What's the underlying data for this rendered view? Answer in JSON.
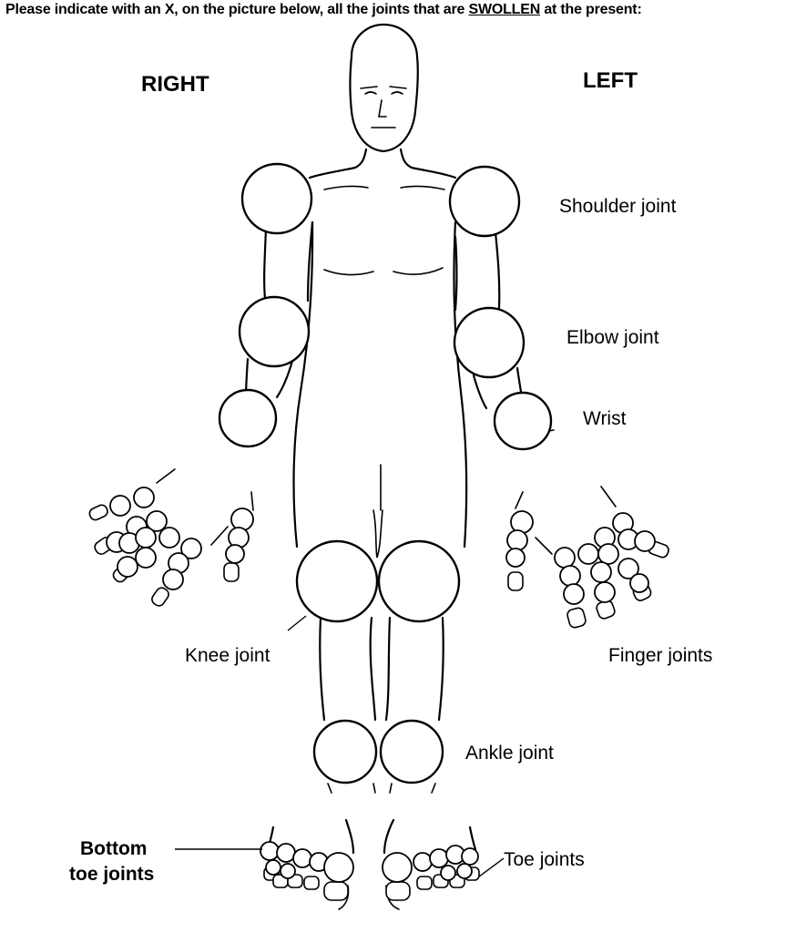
{
  "instruction": {
    "before": "Please indicate with an X, on the picture below, all the joints that are ",
    "emphasis": "SWOLLEN",
    "after": " at the present:"
  },
  "sides": {
    "right": "RIGHT",
    "left": "LEFT"
  },
  "labels": {
    "shoulder": "Shoulder joint",
    "elbow": "Elbow joint",
    "wrist": "Wrist",
    "knee": "Knee joint",
    "finger": "Finger joints",
    "ankle": "Ankle joint",
    "toe": "Toe joints",
    "bottom_toe_line1": "Bottom",
    "bottom_toe_line2": "toe joints"
  }
}
